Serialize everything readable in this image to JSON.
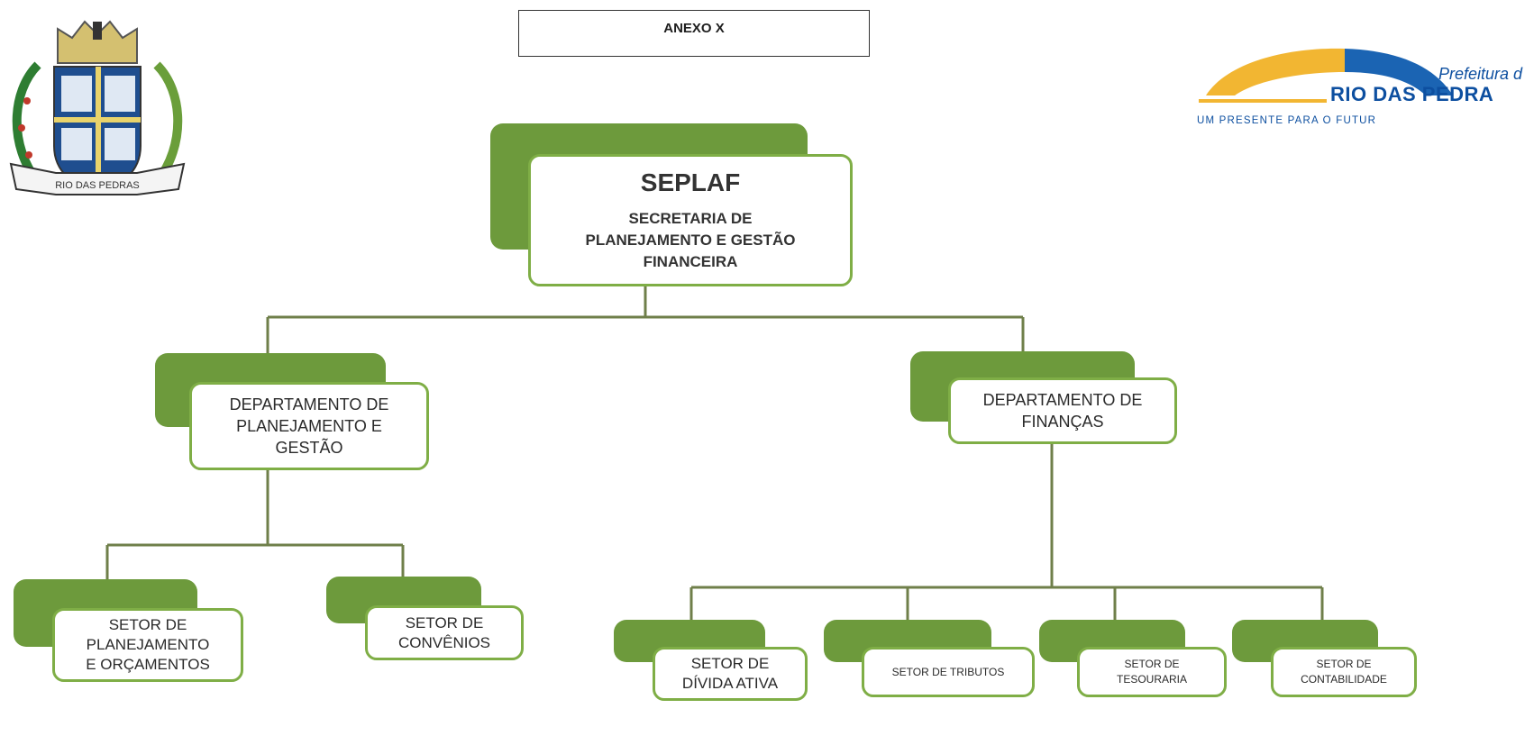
{
  "header": {
    "annex_label": "ANEXO X"
  },
  "logos": {
    "crest_banner": "RIO DAS PEDRAS",
    "prefeitura_line1": "Prefeitura d",
    "prefeitura_line2": "RIO DAS PEDRA",
    "prefeitura_slogan": "UM PRESENTE PARA O FUTUR"
  },
  "org_chart": {
    "root": {
      "acronym": "SEPLAF",
      "line1": "SECRETARIA DE",
      "line2": "PLANEJAMENTO E GESTÃO",
      "line3": "FINANCEIRA"
    },
    "dept_planning": {
      "line1": "DEPARTAMENTO DE",
      "line2": "PLANEJAMENTO E",
      "line3": "GESTÃO"
    },
    "dept_finance": {
      "line1": "DEPARTAMENTO DE",
      "line2": "FINANÇAS"
    },
    "sectors": {
      "planejamento": {
        "line1": "SETOR DE",
        "line2": "PLANEJAMENTO",
        "line3": "E ORÇAMENTOS"
      },
      "convenios": {
        "line1": "SETOR DE",
        "line2": "CONVÊNIOS"
      },
      "divida": {
        "line1": "SETOR DE",
        "line2": "DÍVIDA ATIVA"
      },
      "tributos": {
        "line1": "SETOR DE TRIBUTOS"
      },
      "tesouraria": {
        "line1": "SETOR DE",
        "line2": "TESOURARIA"
      },
      "contabilidade": {
        "line1": "SETOR DE",
        "line2": "CONTABILIDADE"
      }
    }
  },
  "colors": {
    "shadow_green": "#6d9a3c",
    "border_green": "#7fae46",
    "connector": "#6f7f4a",
    "logo_blue": "#0d4fa0",
    "logo_yellow": "#f2b632"
  }
}
